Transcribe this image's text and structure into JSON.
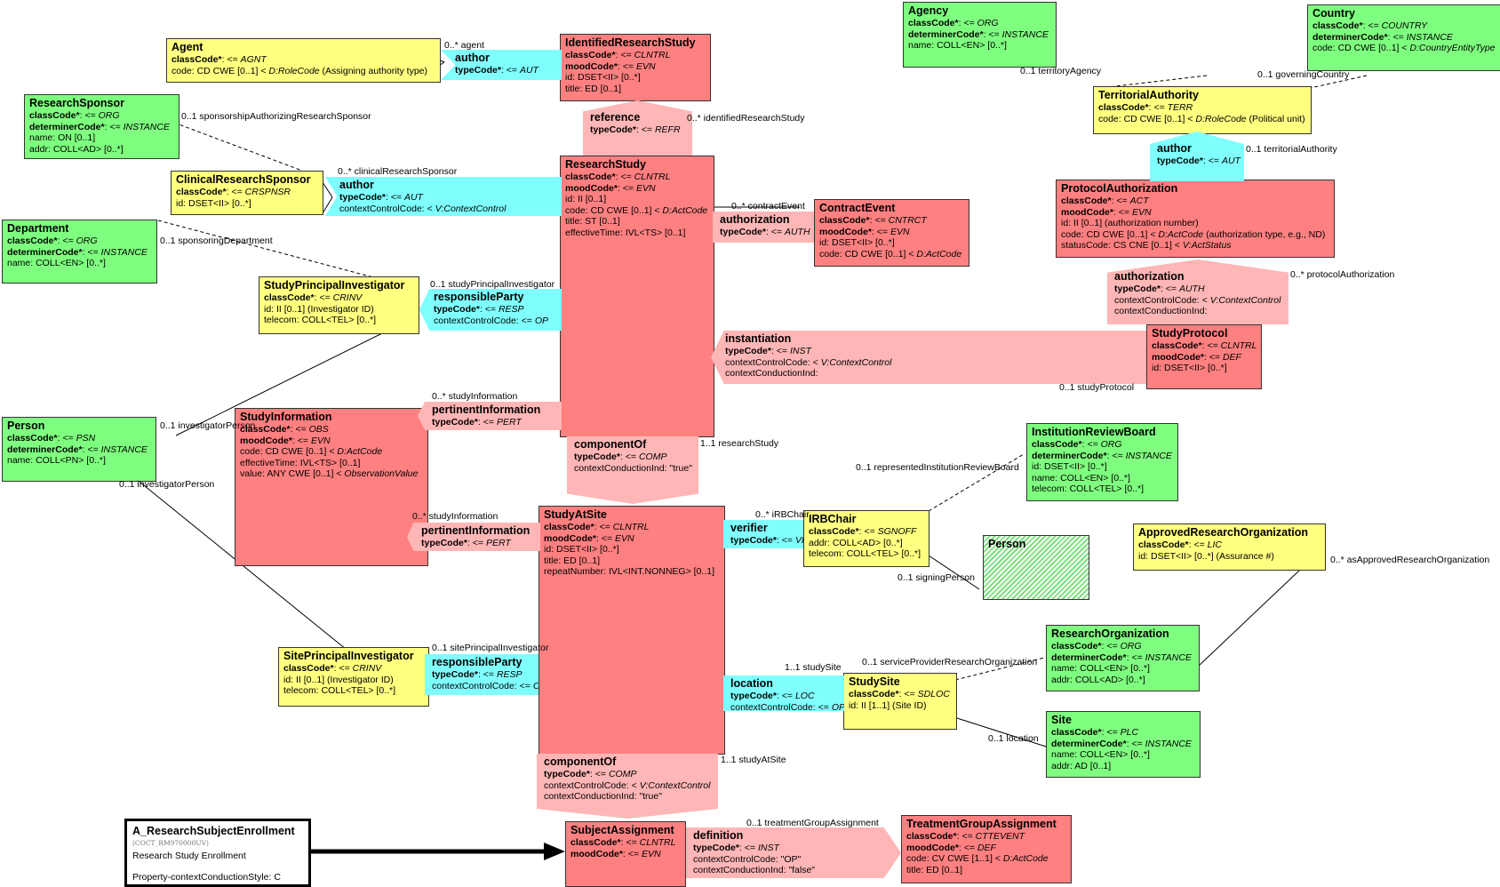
{
  "classes": {
    "agent": {
      "title": "Agent",
      "lines": [
        [
          "classCode*: <= ",
          "AGNT",
          ""
        ],
        [
          "code: CD CWE [0..1] < ",
          "D:RoleCode",
          " (Assigning authority type)"
        ]
      ]
    },
    "identified_research_study": {
      "title": "IdentifiedResearchStudy",
      "lines": [
        [
          "classCode*: <= ",
          "CLNTRL",
          ""
        ],
        [
          "moodCode*: <= ",
          "EVN",
          ""
        ],
        [
          "id: DSET<II> [0..*]",
          "",
          ""
        ],
        [
          "title: ED [0..1]",
          "",
          ""
        ]
      ]
    },
    "research_sponsor": {
      "title": "ResearchSponsor",
      "lines": [
        [
          "classCode*: <= ",
          "ORG",
          ""
        ],
        [
          "determinerCode*: <= ",
          "INSTANCE",
          ""
        ],
        [
          "name: ON [0..1]",
          "",
          ""
        ],
        [
          "addr: COLL<AD> [0..*]",
          "",
          ""
        ]
      ]
    },
    "clinical_research_sponsor": {
      "title": "ClinicalResearchSponsor",
      "lines": [
        [
          "classCode*: <= ",
          "CRSPNSR",
          ""
        ],
        [
          "id: DSET<II> [0..*]",
          "",
          ""
        ]
      ]
    },
    "department": {
      "title": "Department",
      "lines": [
        [
          "classCode*: <= ",
          "ORG",
          ""
        ],
        [
          "determinerCode*: <= ",
          "INSTANCE",
          ""
        ],
        [
          "name: COLL<EN> [0..*]",
          "",
          ""
        ]
      ]
    },
    "study_principal_investigator": {
      "title": "StudyPrincipalInvestigator",
      "lines": [
        [
          "classCode*: <= ",
          "CRINV",
          ""
        ],
        [
          "id: II [0..1] (Investigator ID)",
          "",
          ""
        ],
        [
          "telecom: COLL<TEL> [0..*]",
          "",
          ""
        ]
      ]
    },
    "research_study": {
      "title": "ResearchStudy",
      "lines": [
        [
          "classCode*: <= ",
          "CLNTRL",
          ""
        ],
        [
          "moodCode*: <= ",
          "EVN",
          ""
        ],
        [
          "id: II [0..1]",
          "",
          ""
        ],
        [
          "code: CD CWE [0..1] < ",
          "D:ActCode",
          ""
        ],
        [
          "title: ST [0..1]",
          "",
          ""
        ],
        [
          "effectiveTime: IVL<TS> [0..1]",
          "",
          ""
        ]
      ]
    },
    "contract_event": {
      "title": "ContractEvent",
      "lines": [
        [
          "classCode*: <= ",
          "CNTRCT",
          ""
        ],
        [
          "moodCode*: <= ",
          "EVN",
          ""
        ],
        [
          "id: DSET<II> [0..*]",
          "",
          ""
        ],
        [
          "code: CD CWE [0..1] < ",
          "D:ActCode",
          ""
        ]
      ]
    },
    "agency": {
      "title": "Agency",
      "lines": [
        [
          "classCode*: <= ",
          "ORG",
          ""
        ],
        [
          "determinerCode*: <= ",
          "INSTANCE",
          ""
        ],
        [
          "name: COLL<EN> [0..*]",
          "",
          ""
        ]
      ]
    },
    "country": {
      "title": "Country",
      "lines": [
        [
          "classCode*: <= ",
          "COUNTRY",
          ""
        ],
        [
          "determinerCode*: <= ",
          "INSTANCE",
          ""
        ],
        [
          "code: CD CWE [0..1] < ",
          "D:CountryEntityType",
          ""
        ]
      ]
    },
    "territorial_authority": {
      "title": "TerritorialAuthority",
      "lines": [
        [
          "classCode*: <= ",
          "TERR",
          ""
        ],
        [
          "code: CD CWE [0..1] < ",
          "D:RoleCode",
          " (Political unit)"
        ]
      ]
    },
    "protocol_authorization": {
      "title": "ProtocolAuthorization",
      "lines": [
        [
          "classCode*: <= ",
          "ACT",
          ""
        ],
        [
          "moodCode*: <= ",
          "EVN",
          ""
        ],
        [
          "id: II [0..1] (authorization number)",
          "",
          ""
        ],
        [
          "code: CD CWE [0..1] < ",
          "D:ActCode",
          " (authorization type, e.g., ND)"
        ],
        [
          "statusCode: CS CNE [0..1] < ",
          "V:ActStatus",
          ""
        ]
      ]
    },
    "study_protocol": {
      "title": "StudyProtocol",
      "lines": [
        [
          "classCode*: <= ",
          "CLNTRL",
          ""
        ],
        [
          "moodCode*: <= ",
          "DEF",
          ""
        ],
        [
          "id: DSET<II> [0..*]",
          "",
          ""
        ]
      ]
    },
    "person_left": {
      "title": "Person",
      "lines": [
        [
          "classCode*: <= ",
          "PSN",
          ""
        ],
        [
          "determinerCode*: <= ",
          "INSTANCE",
          ""
        ],
        [
          "name: COLL<PN> [0..*]",
          "",
          ""
        ]
      ]
    },
    "study_information": {
      "title": "StudyInformation",
      "lines": [
        [
          "classCode*: <= ",
          "OBS",
          ""
        ],
        [
          "moodCode*: <= ",
          "EVN",
          ""
        ],
        [
          "code: CD CWE [0..1] < ",
          "D:ActCode",
          ""
        ],
        [
          "effectiveTime: IVL<TS> [0..1]",
          "",
          ""
        ],
        [
          "value: ANY CWE [0..1] < ",
          "ObservationValue",
          ""
        ]
      ]
    },
    "institution_review_board": {
      "title": "InstitutionReviewBoard",
      "lines": [
        [
          "classCode*: <= ",
          "ORG",
          ""
        ],
        [
          "determinerCode*: <= ",
          "INSTANCE",
          ""
        ],
        [
          "id: DSET<II> [0..*]",
          "",
          ""
        ],
        [
          "name: COLL<EN> [0..*]",
          "",
          ""
        ],
        [
          "telecom: COLL<TEL> [0..*]",
          "",
          ""
        ]
      ]
    },
    "study_at_site": {
      "title": "StudyAtSite",
      "lines": [
        [
          "classCode*: <= ",
          "CLNTRL",
          ""
        ],
        [
          "moodCode*: <= ",
          "EVN",
          ""
        ],
        [
          "id: DSET<II> [0..*]",
          "",
          ""
        ],
        [
          "title: ED [0..1]",
          "",
          ""
        ],
        [
          "repeatNumber: IVL<INT.NONNEG> [0..1]",
          "",
          ""
        ]
      ]
    },
    "irb_chair": {
      "title": "IRBChair",
      "lines": [
        [
          "classCode*: <= ",
          "SGNOFF",
          ""
        ],
        [
          "addr: COLL<AD> [0..*]",
          "",
          ""
        ],
        [
          "telecom: COLL<TEL> [0..*]",
          "",
          ""
        ]
      ]
    },
    "person_cmet": {
      "title": "Person",
      "lines": []
    },
    "approved_research_organization": {
      "title": "ApprovedResearchOrganization",
      "lines": [
        [
          "classCode*: <= ",
          "LIC",
          ""
        ],
        [
          "id: DSET<II> [0..*] (Assurance #)",
          "",
          ""
        ]
      ]
    },
    "research_organization": {
      "title": "ResearchOrganization",
      "lines": [
        [
          "classCode*: <= ",
          "ORG",
          ""
        ],
        [
          "determinerCode*: <= ",
          "INSTANCE",
          ""
        ],
        [
          "name: COLL<EN> [0..*]",
          "",
          ""
        ],
        [
          "addr: COLL<AD> [0..*]",
          "",
          ""
        ]
      ]
    },
    "site_principal_investigator": {
      "title": "SitePrincipalInvestigator",
      "lines": [
        [
          "classCode*: <= ",
          "CRINV",
          ""
        ],
        [
          "id: II [0..1] (Investigator ID)",
          "",
          ""
        ],
        [
          "telecom: COLL<TEL> [0..*]",
          "",
          ""
        ]
      ]
    },
    "study_site": {
      "title": "StudySite",
      "lines": [
        [
          "classCode*: <= ",
          "SDLOC",
          ""
        ],
        [
          "id: II [1..1] (Site ID)",
          "",
          ""
        ]
      ]
    },
    "site": {
      "title": "Site",
      "lines": [
        [
          "classCode*: <= ",
          "PLC",
          ""
        ],
        [
          "determinerCode*: <= ",
          "INSTANCE",
          ""
        ],
        [
          "name: COLL<EN> [0..*]",
          "",
          ""
        ],
        [
          "addr: AD [0..1]",
          "",
          ""
        ]
      ]
    },
    "subject_assignment": {
      "title": "SubjectAssignment",
      "lines": [
        [
          "classCode*: <= ",
          "CLNTRL",
          ""
        ],
        [
          "moodCode*: <= ",
          "EVN",
          ""
        ]
      ]
    },
    "treatment_group_assignment": {
      "title": "TreatmentGroupAssignment",
      "lines": [
        [
          "classCode*: <= ",
          "CTTEVENT",
          ""
        ],
        [
          "moodCode*: <= ",
          "DEF",
          ""
        ],
        [
          "code: CV CWE [1..1] < ",
          "D:ActCode",
          ""
        ],
        [
          "title: ED [0..1]",
          "",
          ""
        ]
      ]
    }
  },
  "associations": {
    "author_irs": {
      "title": "author",
      "lines": [
        [
          "typeCode*: <= ",
          "AUT",
          ""
        ]
      ]
    },
    "reference": {
      "title": "reference",
      "lines": [
        [
          "typeCode*: <= ",
          "REFR",
          ""
        ]
      ]
    },
    "author_crs": {
      "title": "author",
      "lines": [
        [
          "typeCode*: <= ",
          "AUT",
          ""
        ],
        [
          "contextControlCode: < ",
          "V:ContextControl",
          ""
        ]
      ]
    },
    "responsible_party_study": {
      "title": "responsibleParty",
      "lines": [
        [
          "typeCode*: <= ",
          "RESP",
          ""
        ],
        [
          "contextControlCode: <= ",
          "OP",
          ""
        ]
      ]
    },
    "authorization_contract": {
      "title": "authorization",
      "lines": [
        [
          "typeCode*: <= ",
          "AUTH",
          ""
        ]
      ]
    },
    "author_territorial": {
      "title": "author",
      "lines": [
        [
          "typeCode*: <= ",
          "AUT",
          ""
        ]
      ]
    },
    "authorization_protocol": {
      "title": "authorization",
      "lines": [
        [
          "typeCode*: <= ",
          "AUTH",
          ""
        ],
        [
          "contextControlCode: < ",
          "V:ContextControl",
          ""
        ],
        [
          "contextConductionInd:",
          "",
          ""
        ]
      ]
    },
    "instantiation": {
      "title": "instantiation",
      "lines": [
        [
          "typeCode*: <= ",
          "INST",
          ""
        ],
        [
          "contextControlCode: < ",
          "V:ContextControl",
          ""
        ],
        [
          "contextConductionInd:",
          "",
          ""
        ]
      ]
    },
    "pertinent_information_study": {
      "title": "pertinentInformation",
      "lines": [
        [
          "typeCode*: <= ",
          "PERT",
          ""
        ]
      ]
    },
    "component_of_study": {
      "title": "componentOf",
      "lines": [
        [
          "typeCode*: <= ",
          "COMP",
          ""
        ],
        [
          "contextConductionInd: \"true\"",
          "",
          ""
        ]
      ]
    },
    "pertinent_information_site": {
      "title": "pertinentInformation",
      "lines": [
        [
          "typeCode*: <= ",
          "PERT",
          ""
        ]
      ]
    },
    "verifier": {
      "title": "verifier",
      "lines": [
        [
          "typeCode*: <= ",
          "VRF",
          ""
        ]
      ]
    },
    "responsible_party_site": {
      "title": "responsibleParty",
      "lines": [
        [
          "typeCode*: <= ",
          "RESP",
          ""
        ],
        [
          "contextControlCode: <= ",
          "OP",
          ""
        ]
      ]
    },
    "location": {
      "title": "location",
      "lines": [
        [
          "typeCode*: <= ",
          "LOC",
          ""
        ],
        [
          "contextControlCode: <= ",
          "OP",
          ""
        ]
      ]
    },
    "component_of_site": {
      "title": "componentOf",
      "lines": [
        [
          "typeCode*: <= ",
          "COMP",
          ""
        ],
        [
          "contextControlCode: < ",
          "V:ContextControl",
          ""
        ],
        [
          "contextConductionInd: \"true\"",
          "",
          ""
        ]
      ]
    },
    "definition": {
      "title": "definition",
      "lines": [
        [
          "typeCode*: <= ",
          "INST",
          ""
        ],
        [
          "contextControlCode: \"OP\"",
          "",
          ""
        ],
        [
          "contextConductionInd: \"false\"",
          "",
          ""
        ]
      ]
    }
  },
  "entry_point": {
    "title": "A_ResearchSubjectEnrollment",
    "code": "(COCT_RM970000UV)",
    "description": "Research Study Enrollment",
    "style": "Property-contextConductionStyle: C"
  },
  "role_labels": {
    "agent": "0..* agent",
    "identified_research_study": "0..* identifiedResearchStudy",
    "sponsorship": "0..1 sponsorshipAuthorizingResearchSponsor",
    "clinical_research_sponsor": "0..* clinicalResearchSponsor",
    "sponsoring_department": "0..1 sponsoringDepartment",
    "study_principal_investigator": "0..1 studyPrincipalInvestigator",
    "contract_event": "0..* contractEvent",
    "territory_agency": "0..1 territoryAgency",
    "governing_country": "0..1 governingCountry",
    "territorial_authority": "0..1 territorialAuthority",
    "protocol_authorization": "0..* protocolAuthorization",
    "study_protocol": "0..1 studyProtocol",
    "study_information_1": "0..* studyInformation",
    "investigator_person_1": "0..1 investigatorPerson",
    "research_study": "1..1 researchStudy",
    "represented_irb": "0..1 representedInstitutionReviewBoard",
    "irb_chair": "0..* iRBChair",
    "investigator_person_2": "0..1 investigatorPerson",
    "study_information_2": "0..* studyInformation",
    "signing_person": "0..1 signingPerson",
    "as_approved_research_org": "0..* asApprovedResearchOrganization",
    "site_principal_investigator": "0..1 sitePrincipalInvestigator",
    "study_site": "1..1 studySite",
    "service_provider": "0..1 serviceProviderResearchOrganization",
    "location": "0..1 location",
    "study_at_site": "1..1 studyAtSite",
    "treatment_group_assignment": "0..1 treatmentGroupAssignment"
  }
}
